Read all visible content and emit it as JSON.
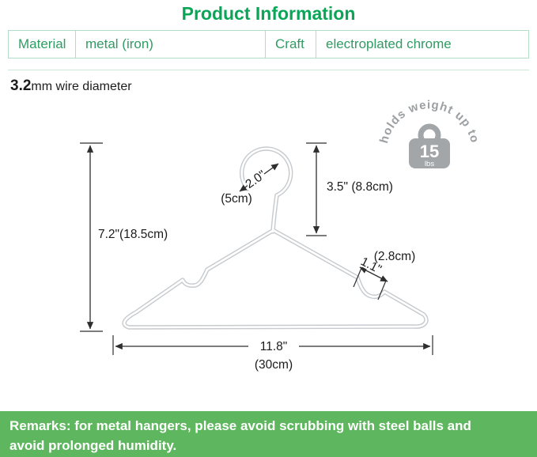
{
  "title": "Product Information",
  "spec_table": {
    "rows": [
      {
        "label": "Material",
        "value": "metal (iron)"
      },
      {
        "label": "Craft",
        "value": "electroplated chrome"
      }
    ]
  },
  "wire_note": {
    "value": "3.2",
    "label": "mm wire diameter"
  },
  "diagram": {
    "hook_width_inch": "2.0\"",
    "hook_width_cm": "(5cm)",
    "hook_height": "3.5\" (8.8cm)",
    "total_height": "7.2\"(18.5cm)",
    "notch_cm": "(2.8cm)",
    "notch_inch": "1.1\"",
    "total_width_inch": "11.8\"",
    "total_width_cm": "(30cm)",
    "badge": {
      "arc_text": "holds weight up to",
      "value": "15",
      "unit": "lbs"
    }
  },
  "remarks": "Remarks: for metal hangers, please avoid scrubbing with steel balls and avoid prolonged humidity.",
  "colors": {
    "accent_green": "#0aa657",
    "table_border": "#b5dcc6",
    "banner_green": "#5eb75e",
    "wire_gray": "#c7cbcf",
    "badge_gray": "#a3a6a8",
    "dimension_ink": "#2e2e2e"
  }
}
